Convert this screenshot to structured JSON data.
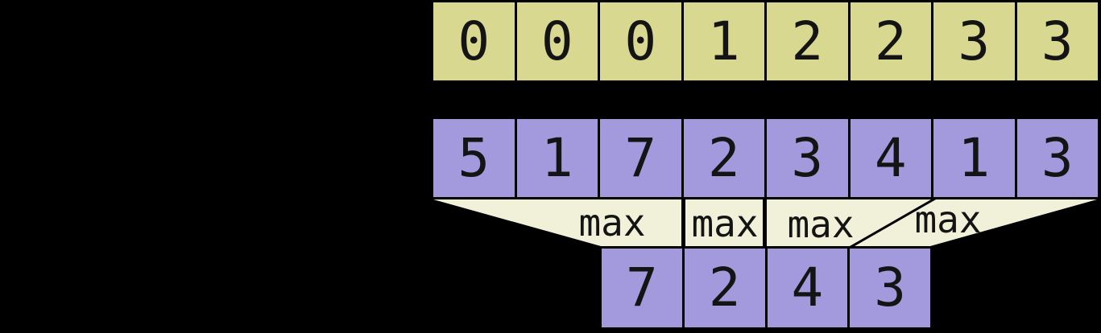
{
  "colors": {
    "background": "#000000",
    "line": "#000000",
    "text": "#141414",
    "segment_row_fill": "#d8d891",
    "data_row_fill": "#a29add",
    "funnel_fill": "#f1f1da"
  },
  "rows": {
    "segment_ids": {
      "values": [
        "0",
        "0",
        "0",
        "1",
        "2",
        "2",
        "3",
        "3"
      ]
    },
    "data": {
      "values": [
        "5",
        "1",
        "7",
        "2",
        "3",
        "4",
        "1",
        "3"
      ]
    },
    "output": {
      "values": [
        "7",
        "2",
        "4",
        "3"
      ]
    }
  },
  "funnels": {
    "labels": [
      "max",
      "max",
      "max",
      "max"
    ]
  }
}
